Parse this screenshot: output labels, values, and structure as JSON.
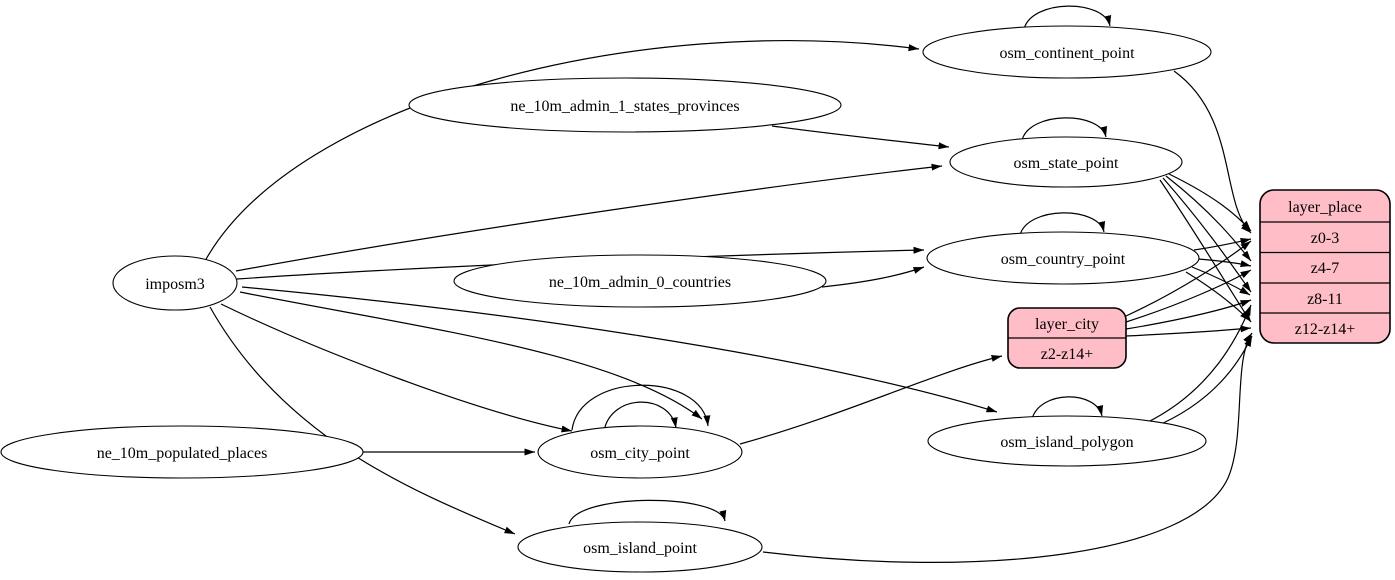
{
  "diagram": {
    "type": "etl-graph",
    "colors": {
      "layer_fill": "#ffbdc7",
      "table_fill": "#ffffff",
      "edge": "#000000"
    },
    "nodes": {
      "imposm3": {
        "label": "imposm3"
      },
      "ne_10m_admin_1_states_provinces": {
        "label": "ne_10m_admin_1_states_provinces"
      },
      "ne_10m_admin_0_countries": {
        "label": "ne_10m_admin_0_countries"
      },
      "ne_10m_populated_places": {
        "label": "ne_10m_populated_places"
      },
      "osm_continent_point": {
        "label": "osm_continent_point"
      },
      "osm_state_point": {
        "label": "osm_state_point"
      },
      "osm_country_point": {
        "label": "osm_country_point"
      },
      "osm_city_point": {
        "label": "osm_city_point"
      },
      "osm_island_polygon": {
        "label": "osm_island_polygon"
      },
      "osm_island_point": {
        "label": "osm_island_point"
      },
      "layer_city": {
        "title": "layer_city",
        "rows": [
          "z2-z14+"
        ]
      },
      "layer_place": {
        "title": "layer_place",
        "rows": [
          "z0-3",
          "z4-7",
          "z8-11",
          "z12-z14+"
        ]
      }
    },
    "edges": [
      {
        "from": "imposm3",
        "to": "osm_continent_point"
      },
      {
        "from": "imposm3",
        "to": "osm_state_point"
      },
      {
        "from": "imposm3",
        "to": "osm_country_point"
      },
      {
        "from": "imposm3",
        "to": "osm_city_point"
      },
      {
        "from": "imposm3",
        "to": "osm_city_point"
      },
      {
        "from": "imposm3",
        "to": "osm_island_polygon"
      },
      {
        "from": "imposm3",
        "to": "osm_island_point"
      },
      {
        "from": "ne_10m_admin_1_states_provinces",
        "to": "osm_state_point"
      },
      {
        "from": "ne_10m_admin_0_countries",
        "to": "osm_country_point"
      },
      {
        "from": "ne_10m_populated_places",
        "to": "osm_city_point"
      },
      {
        "from": "osm_continent_point",
        "to": "osm_continent_point"
      },
      {
        "from": "osm_state_point",
        "to": "osm_state_point"
      },
      {
        "from": "osm_country_point",
        "to": "osm_country_point"
      },
      {
        "from": "osm_city_point",
        "to": "osm_city_point"
      },
      {
        "from": "osm_city_point",
        "to": "osm_city_point"
      },
      {
        "from": "osm_island_polygon",
        "to": "osm_island_polygon"
      },
      {
        "from": "osm_island_point",
        "to": "osm_island_point"
      },
      {
        "from": "osm_city_point",
        "to": "layer_city",
        "port": "z2-z14+"
      },
      {
        "from": "osm_continent_point",
        "to": "layer_place",
        "port": "z0-3"
      },
      {
        "from": "osm_state_point",
        "to": "layer_place",
        "port": "z0-3"
      },
      {
        "from": "osm_state_point",
        "to": "layer_place",
        "port": "z4-7"
      },
      {
        "from": "osm_state_point",
        "to": "layer_place",
        "port": "z8-11"
      },
      {
        "from": "osm_state_point",
        "to": "layer_place",
        "port": "z12-z14+"
      },
      {
        "from": "osm_country_point",
        "to": "layer_place",
        "port": "z0-3"
      },
      {
        "from": "osm_country_point",
        "to": "layer_place",
        "port": "z4-7"
      },
      {
        "from": "osm_country_point",
        "to": "layer_place",
        "port": "z8-11"
      },
      {
        "from": "osm_country_point",
        "to": "layer_place",
        "port": "z12-z14+"
      },
      {
        "from": "layer_city",
        "to": "layer_place",
        "port": "z0-3"
      },
      {
        "from": "layer_city",
        "to": "layer_place",
        "port": "z4-7"
      },
      {
        "from": "layer_city",
        "to": "layer_place",
        "port": "z8-11"
      },
      {
        "from": "layer_city",
        "to": "layer_place",
        "port": "z12-z14+"
      },
      {
        "from": "osm_island_polygon",
        "to": "layer_place",
        "port": "z8-11"
      },
      {
        "from": "osm_island_polygon",
        "to": "layer_place",
        "port": "z12-z14+"
      },
      {
        "from": "osm_island_point",
        "to": "layer_place",
        "port": "z12-z14+"
      }
    ]
  }
}
